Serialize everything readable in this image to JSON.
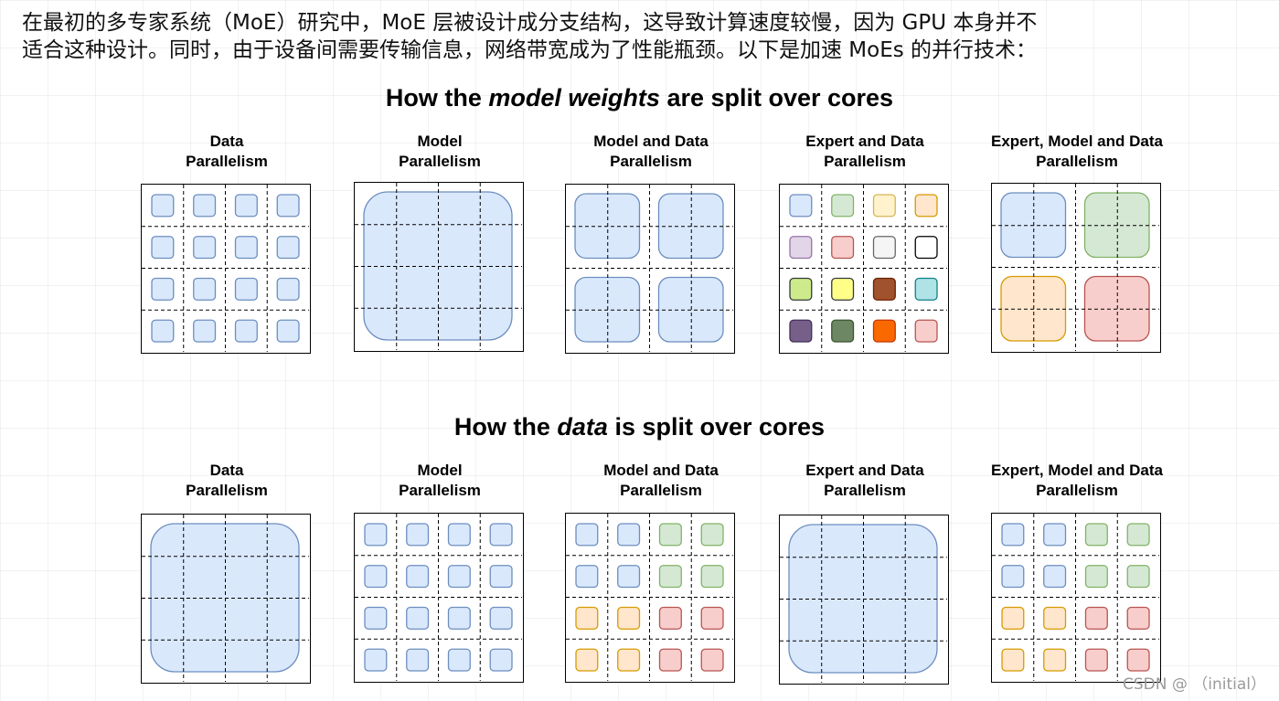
{
  "intro": {
    "line1": "在最初的多专家系统（MoE）研究中，MoE 层被设计成分支结构，这导致计算速度较慢，因为 GPU 本身并不",
    "line2": "适合这种设计。同时，由于设备间需要传输信息，网络带宽成为了性能瓶颈。以下是加速 MoEs 的并行技术："
  },
  "sections": [
    {
      "title_pre": "How the ",
      "title_em": "model weights",
      "title_post": " are split over cores",
      "panels": [
        {
          "label1": "Data",
          "label2": "Parallelism",
          "pattern": "cells",
          "colors": [
            "blue",
            "blue",
            "blue",
            "blue",
            "blue",
            "blue",
            "blue",
            "blue",
            "blue",
            "blue",
            "blue",
            "blue",
            "blue",
            "blue",
            "blue",
            "blue"
          ]
        },
        {
          "label1": "Model",
          "label2": "Parallelism",
          "pattern": "full",
          "colors": [
            "blue"
          ]
        },
        {
          "label1": "Model and Data",
          "label2": "Parallelism",
          "pattern": "quads",
          "colors": [
            "blue",
            "blue",
            "blue",
            "blue"
          ]
        },
        {
          "label1": "Expert and Data",
          "label2": "Parallelism",
          "pattern": "cells",
          "colors": [
            "blue",
            "green",
            "yellow",
            "orange",
            "lavender",
            "pink",
            "gray",
            "white",
            "lime",
            "lightyellow",
            "brown",
            "teal",
            "purple",
            "darkgreen",
            "darkorange",
            "pink"
          ]
        },
        {
          "label1": "Expert, Model and Data",
          "label2": "Parallelism",
          "pattern": "quads",
          "colors": [
            "blue",
            "green",
            "orange",
            "pink"
          ]
        }
      ]
    },
    {
      "title_pre": "How the ",
      "title_em": "data",
      "title_post": " is split over cores",
      "panels": [
        {
          "label1": "Data",
          "label2": "Parallelism",
          "pattern": "full",
          "colors": [
            "blue"
          ]
        },
        {
          "label1": "Model",
          "label2": "Parallelism",
          "pattern": "cells",
          "colors": [
            "blue",
            "blue",
            "blue",
            "blue",
            "blue",
            "blue",
            "blue",
            "blue",
            "blue",
            "blue",
            "blue",
            "blue",
            "blue",
            "blue",
            "blue",
            "blue"
          ]
        },
        {
          "label1": "Model and Data",
          "label2": "Parallelism",
          "pattern": "cells",
          "colors": [
            "blue",
            "blue",
            "green",
            "green",
            "blue",
            "blue",
            "green",
            "green",
            "orange",
            "orange",
            "pink",
            "pink",
            "orange",
            "orange",
            "pink",
            "pink"
          ]
        },
        {
          "label1": "Expert and Data",
          "label2": "Parallelism",
          "pattern": "full",
          "colors": [
            "blue"
          ]
        },
        {
          "label1": "Expert, Model and Data",
          "label2": "Parallelism",
          "pattern": "cells",
          "colors": [
            "blue",
            "blue",
            "green",
            "green",
            "blue",
            "blue",
            "green",
            "green",
            "orange",
            "orange",
            "pink",
            "pink",
            "orange",
            "orange",
            "pink",
            "pink"
          ]
        }
      ]
    }
  ],
  "palette": {
    "blue": {
      "fill": "#dae8fc",
      "stroke": "#6c8ebf"
    },
    "green": {
      "fill": "#d5e8d4",
      "stroke": "#82b366"
    },
    "yellow": {
      "fill": "#fff2cc",
      "stroke": "#d6b656"
    },
    "orange": {
      "fill": "#ffe6cc",
      "stroke": "#d79b00"
    },
    "lavender": {
      "fill": "#e1d5e7",
      "stroke": "#9673a6"
    },
    "pink": {
      "fill": "#f8cecc",
      "stroke": "#b85450"
    },
    "gray": {
      "fill": "#f5f5f5",
      "stroke": "#666666"
    },
    "white": {
      "fill": "#ffffff",
      "stroke": "#000000"
    },
    "lime": {
      "fill": "#cdeb8b",
      "stroke": "#36393d"
    },
    "lightyellow": {
      "fill": "#ffff88",
      "stroke": "#36393d"
    },
    "brown": {
      "fill": "#a0522d",
      "stroke": "#6d1f00"
    },
    "teal": {
      "fill": "#b0e3e6",
      "stroke": "#0e8088"
    },
    "purple": {
      "fill": "#76608a",
      "stroke": "#432d57"
    },
    "darkgreen": {
      "fill": "#6d8764",
      "stroke": "#3a5431"
    },
    "darkorange": {
      "fill": "#fa6800",
      "stroke": "#c73500"
    }
  },
  "watermark": "CSDN @ （initial）"
}
